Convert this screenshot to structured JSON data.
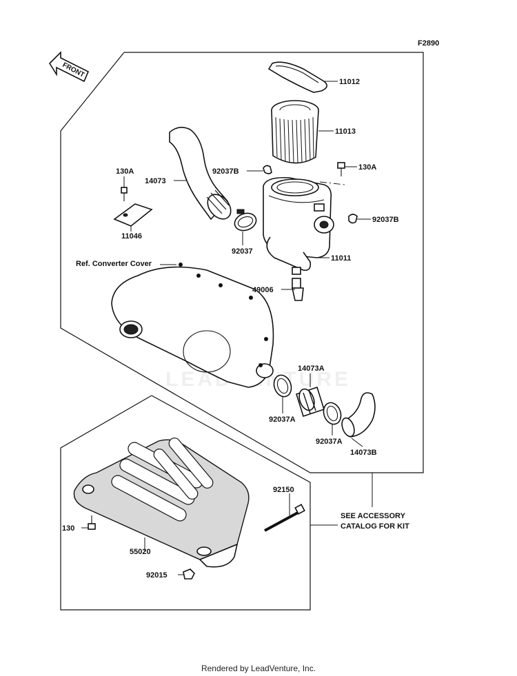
{
  "diagram": {
    "figure_id": "F2890",
    "front_label": "FRONT",
    "reference_label": "Ref. Converter Cover",
    "accessory_note": [
      "SEE ACCESSORY",
      "CATALOG FOR KIT"
    ],
    "watermark": "LEADVENTURE"
  },
  "parts": {
    "p11012": "11012",
    "p11013": "11013",
    "p130A_left": "130A",
    "p130A_right": "130A",
    "p14073": "14073",
    "p92037B_left": "92037B",
    "p92037B_right": "92037B",
    "p11046": "11046",
    "p92037": "92037",
    "p11011": "11011",
    "p49006": "49006",
    "p14073A": "14073A",
    "p92037A_left": "92037A",
    "p92037A_right": "92037A",
    "p14073B": "14073B",
    "p92150": "92150",
    "p130": "130",
    "p55020": "55020",
    "p92015": "92015"
  },
  "footer": {
    "credit": "Rendered by LeadVenture, Inc."
  }
}
